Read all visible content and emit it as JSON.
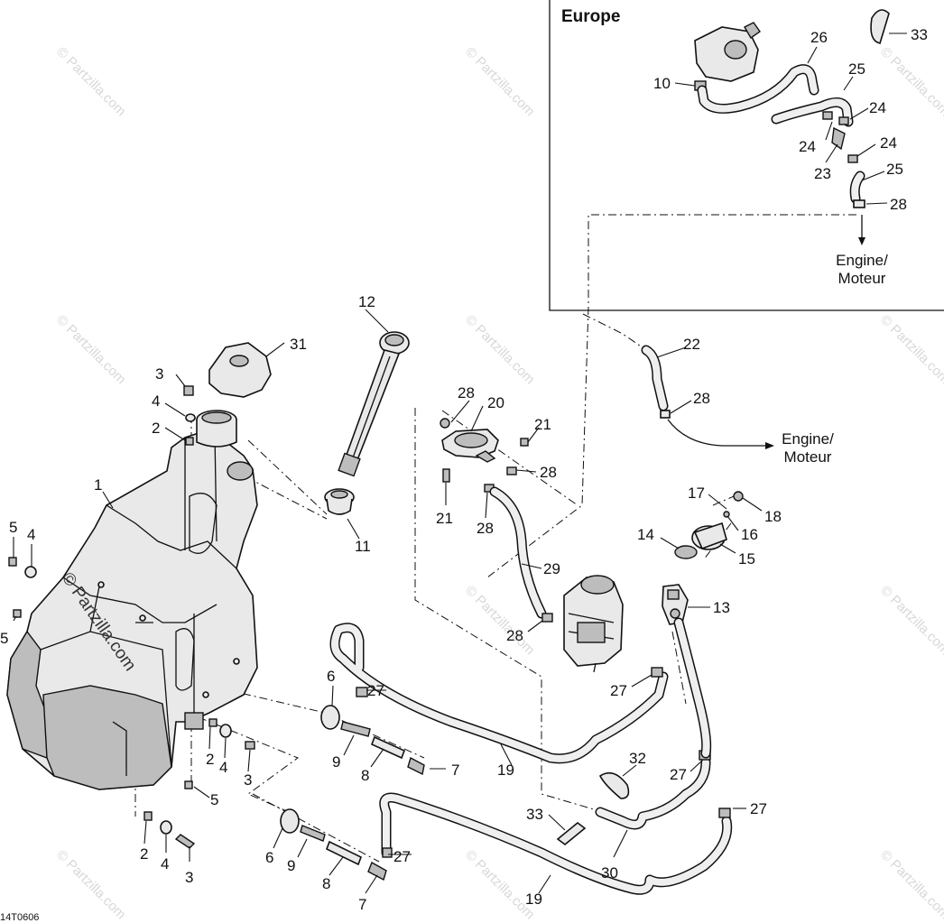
{
  "inset": {
    "title": "Europe"
  },
  "destinations": [
    {
      "id": "engine-inset",
      "line1": "Engine/",
      "line2": "Moteur"
    },
    {
      "id": "engine-main",
      "line1": "Engine/",
      "line2": "Moteur"
    }
  ],
  "callouts": [
    {
      "id": "c1",
      "text": "1"
    },
    {
      "id": "c2a",
      "text": "2"
    },
    {
      "id": "c2b",
      "text": "2"
    },
    {
      "id": "c2c",
      "text": "2"
    },
    {
      "id": "c3a",
      "text": "3"
    },
    {
      "id": "c3b",
      "text": "3"
    },
    {
      "id": "c3c",
      "text": "3"
    },
    {
      "id": "c4a",
      "text": "4"
    },
    {
      "id": "c4b",
      "text": "4"
    },
    {
      "id": "c4c",
      "text": "4"
    },
    {
      "id": "c4d",
      "text": "4"
    },
    {
      "id": "c5a",
      "text": "5"
    },
    {
      "id": "c5b",
      "text": "5"
    },
    {
      "id": "c5c",
      "text": "5"
    },
    {
      "id": "c6a",
      "text": "6"
    },
    {
      "id": "c6b",
      "text": "6"
    },
    {
      "id": "c7a",
      "text": "7"
    },
    {
      "id": "c7b",
      "text": "7"
    },
    {
      "id": "c8a",
      "text": "8"
    },
    {
      "id": "c8b",
      "text": "8"
    },
    {
      "id": "c9a",
      "text": "9"
    },
    {
      "id": "c9b",
      "text": "9"
    },
    {
      "id": "c10",
      "text": "10"
    },
    {
      "id": "c11",
      "text": "11"
    },
    {
      "id": "c12",
      "text": "12"
    },
    {
      "id": "c13",
      "text": "13"
    },
    {
      "id": "c14",
      "text": "14"
    },
    {
      "id": "c15",
      "text": "15"
    },
    {
      "id": "c16",
      "text": "16"
    },
    {
      "id": "c17",
      "text": "17"
    },
    {
      "id": "c18",
      "text": "18"
    },
    {
      "id": "c19a",
      "text": "19"
    },
    {
      "id": "c19b",
      "text": "19"
    },
    {
      "id": "c20",
      "text": "20"
    },
    {
      "id": "c21a",
      "text": "21"
    },
    {
      "id": "c21b",
      "text": "21"
    },
    {
      "id": "c22",
      "text": "22"
    },
    {
      "id": "c23",
      "text": "23"
    },
    {
      "id": "c24a",
      "text": "24"
    },
    {
      "id": "c24b",
      "text": "24"
    },
    {
      "id": "c24c",
      "text": "24"
    },
    {
      "id": "c25a",
      "text": "25"
    },
    {
      "id": "c25b",
      "text": "25"
    },
    {
      "id": "c26",
      "text": "26"
    },
    {
      "id": "c27a",
      "text": "27"
    },
    {
      "id": "c27b",
      "text": "27"
    },
    {
      "id": "c27c",
      "text": "27"
    },
    {
      "id": "c27d",
      "text": "27"
    },
    {
      "id": "c27e",
      "text": "27"
    },
    {
      "id": "c28a",
      "text": "28"
    },
    {
      "id": "c28b",
      "text": "28"
    },
    {
      "id": "c28c",
      "text": "28"
    },
    {
      "id": "c28d",
      "text": "28"
    },
    {
      "id": "c28e",
      "text": "28"
    },
    {
      "id": "c28f",
      "text": "28"
    },
    {
      "id": "c29",
      "text": "29"
    },
    {
      "id": "c30",
      "text": "30"
    },
    {
      "id": "c31",
      "text": "31"
    },
    {
      "id": "c32",
      "text": "32"
    },
    {
      "id": "c33a",
      "text": "33"
    },
    {
      "id": "c33b",
      "text": "33"
    }
  ],
  "watermark": {
    "text": "© Partzilla.com",
    "main_text": "© Partzilla.com"
  },
  "figure_code": "14T0606"
}
